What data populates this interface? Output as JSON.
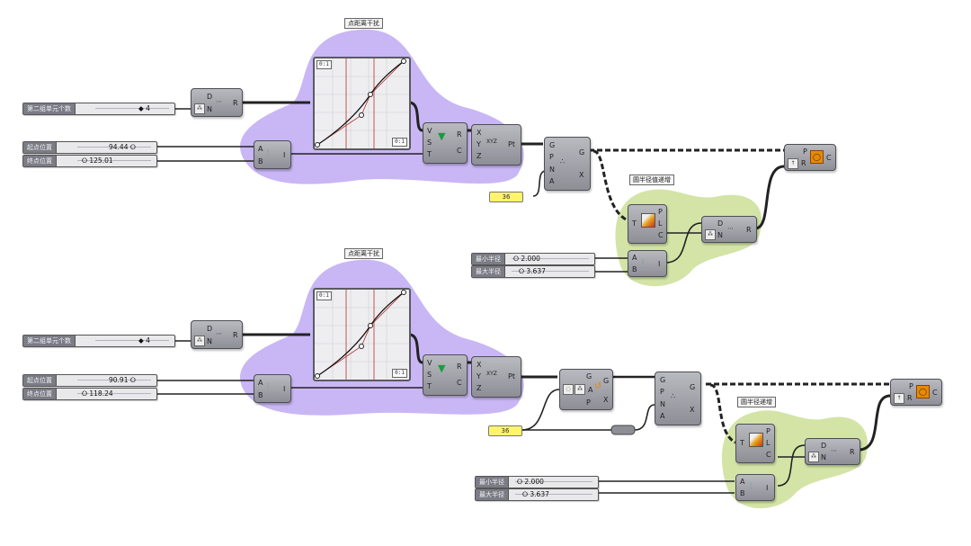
{
  "canvas": {
    "colors": {
      "group_purple": "#c9b6f5",
      "group_green": "#d3e4a6",
      "component": "#9c9ca4",
      "panel_yellow": "#fff46a",
      "wire": "#222222",
      "graph_curve": "#111111",
      "graph_line": "#b03030",
      "circle_icon": "#e88a00"
    }
  },
  "top": {
    "group_label": "点距离干扰",
    "count_slider": {
      "label": "第二组单元个数",
      "value": "4"
    },
    "start_slider": {
      "label": "起点位置",
      "value": "94.44"
    },
    "end_slider": {
      "label": "终点位置",
      "value": "125.01"
    },
    "divide": {
      "inputs": [
        "D",
        "N"
      ],
      "output": "R"
    },
    "bounds": {
      "inputs": [
        "A",
        "B"
      ],
      "output": "I"
    },
    "graph": {
      "tag_top": "0:1",
      "tag_bottom": "0:1"
    },
    "remap": {
      "inputs": [
        "V",
        "S",
        "T"
      ],
      "outputs": [
        "R",
        "C"
      ]
    },
    "construct_point": {
      "inputs": [
        "X",
        "Y",
        "Z"
      ],
      "output": "Pt"
    },
    "polar_array": {
      "inputs": [
        "G",
        "P",
        "N",
        "A"
      ],
      "outputs": [
        "G",
        "X"
      ]
    },
    "panel_value": "36",
    "radius_group_label": "圆半径值递增",
    "gradient": {
      "input": "T",
      "outputs": [
        "P",
        "L",
        "C"
      ]
    },
    "divide2": {
      "inputs": [
        "D",
        "N"
      ],
      "output": "R"
    },
    "bounds2": {
      "inputs": [
        "A",
        "B"
      ],
      "output": "I"
    },
    "min_radius": {
      "label": "最小半径",
      "value": "2.000"
    },
    "max_radius": {
      "label": "最大半径",
      "value": "3.637"
    },
    "circle": {
      "inputs": [
        "P",
        "R"
      ],
      "output": "C"
    }
  },
  "bottom": {
    "group_label": "点距离干扰",
    "count_slider": {
      "label": "第二组单元个数",
      "value": "4"
    },
    "start_slider": {
      "label": "起点位置",
      "value": "90.91"
    },
    "end_slider": {
      "label": "终点位置",
      "value": "118.24"
    },
    "divide": {
      "inputs": [
        "D",
        "N"
      ],
      "output": "R"
    },
    "bounds": {
      "inputs": [
        "A",
        "B"
      ],
      "output": "I"
    },
    "graph": {
      "tag_top": "0:1",
      "tag_bottom": "0:1"
    },
    "remap": {
      "inputs": [
        "V",
        "S",
        "T"
      ],
      "outputs": [
        "R",
        "C"
      ]
    },
    "construct_point": {
      "inputs": [
        "X",
        "Y",
        "Z"
      ],
      "output": "Pt"
    },
    "rotate": {
      "inputs": [
        "G",
        "A",
        "P"
      ],
      "outputs": [
        "G",
        "X"
      ]
    },
    "polar_array": {
      "inputs": [
        "G",
        "P",
        "N",
        "A"
      ],
      "outputs": [
        "G",
        "X"
      ]
    },
    "panel_value": "36",
    "radius_group_label": "圆半径递增",
    "gradient": {
      "input": "T",
      "outputs": [
        "P",
        "L",
        "C"
      ]
    },
    "divide2": {
      "inputs": [
        "D",
        "N"
      ],
      "output": "R"
    },
    "bounds2": {
      "inputs": [
        "A",
        "B"
      ],
      "output": "I"
    },
    "min_radius": {
      "label": "最小半径",
      "value": "2.000"
    },
    "max_radius": {
      "label": "最大半径",
      "value": "3.637"
    },
    "circle": {
      "inputs": [
        "P",
        "R"
      ],
      "output": "C"
    }
  }
}
